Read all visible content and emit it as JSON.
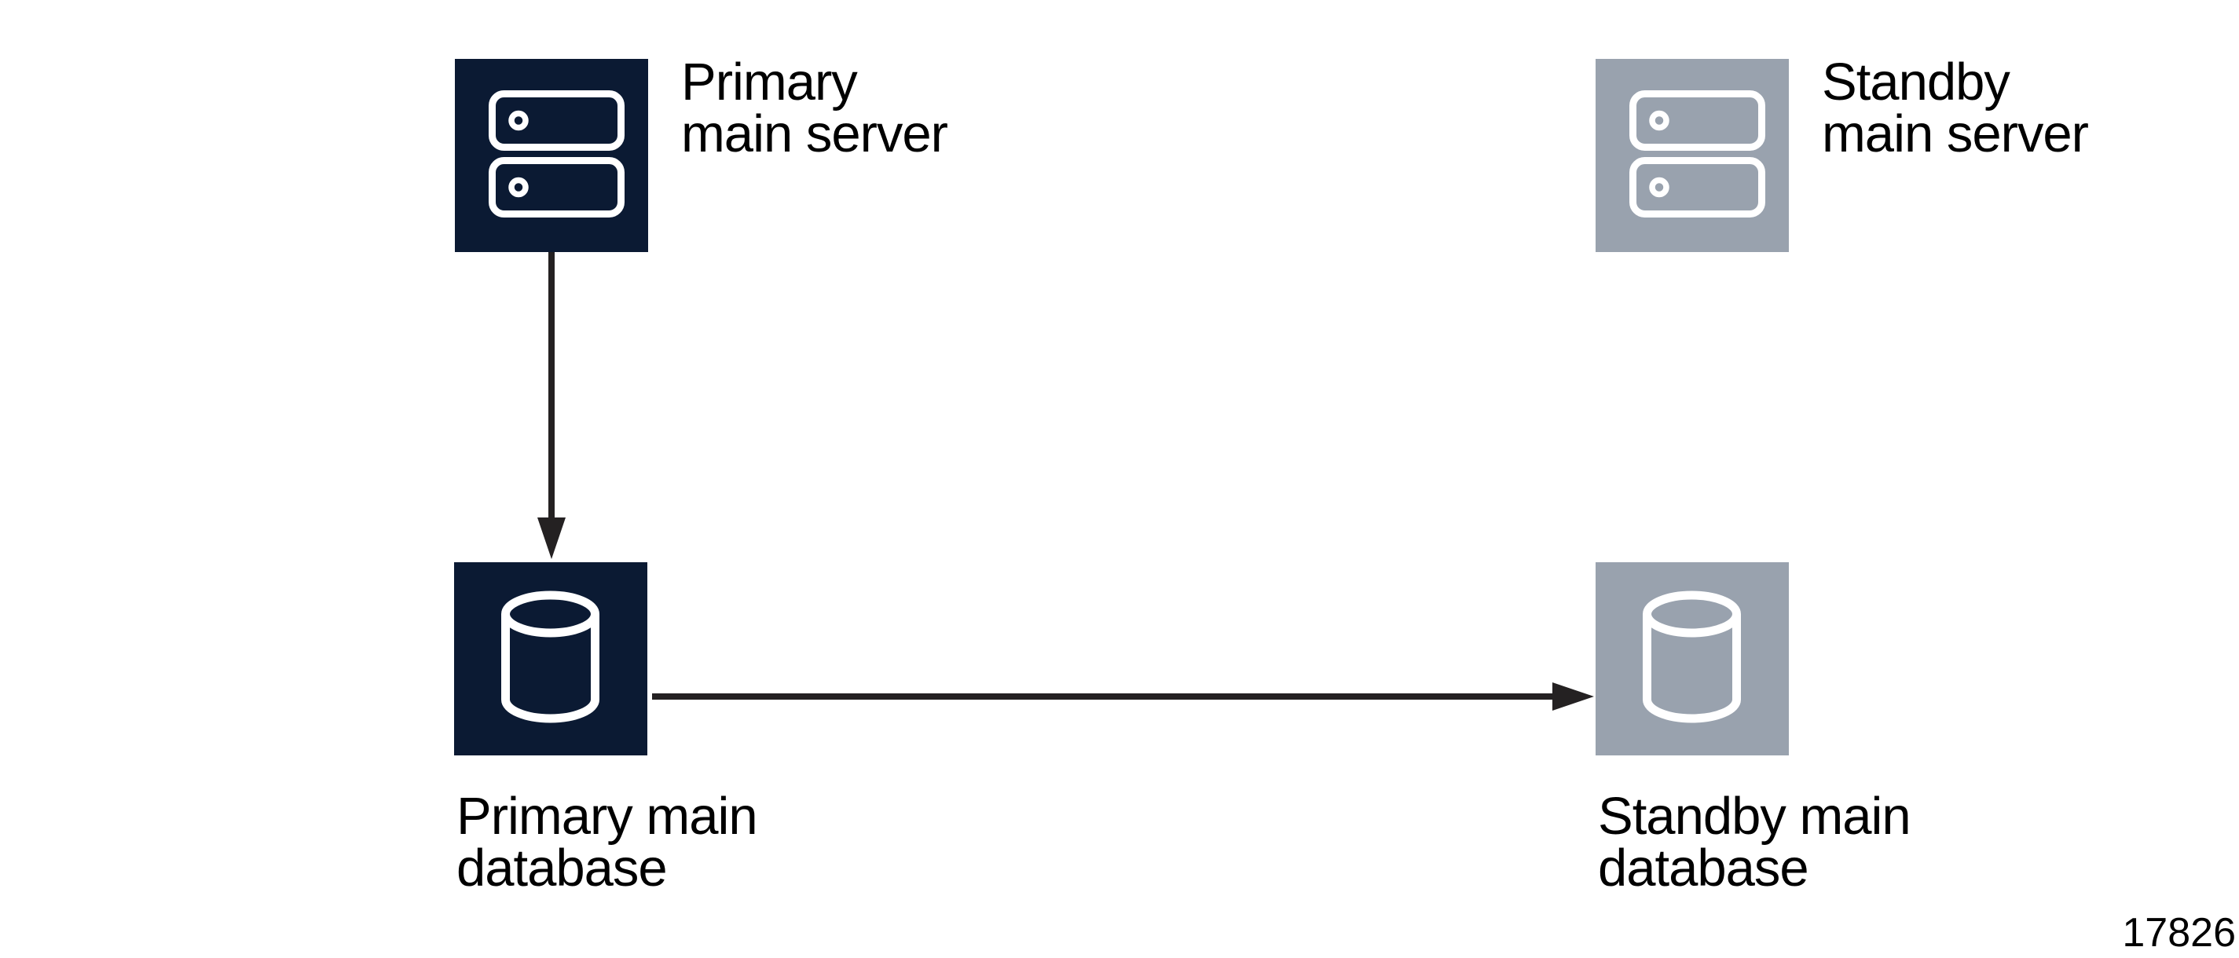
{
  "diagram": {
    "colors": {
      "primary": "#0b1a33",
      "standby": "#99a2ae",
      "icon_stroke": "#ffffff",
      "arrow": "#242122",
      "label_text": "#000000",
      "background": "#ffffff"
    },
    "nodes": [
      {
        "id": "primary-main-server",
        "icon": "server-icon",
        "state": "primary",
        "lines": [
          "Primary",
          "main server"
        ]
      },
      {
        "id": "standby-main-server",
        "icon": "server-icon",
        "state": "standby",
        "lines": [
          "Standby",
          "main server"
        ]
      },
      {
        "id": "primary-main-database",
        "icon": "database-icon",
        "state": "primary",
        "lines": [
          "Primary main",
          "database"
        ]
      },
      {
        "id": "standby-main-database",
        "icon": "database-icon",
        "state": "standby",
        "lines": [
          "Standby main",
          "database"
        ]
      }
    ],
    "connections": [
      {
        "from": "primary-main-server",
        "to": "primary-main-database",
        "direction": "down"
      },
      {
        "from": "primary-main-database",
        "to": "standby-main-database",
        "direction": "right"
      }
    ],
    "figure_number": "17826"
  }
}
